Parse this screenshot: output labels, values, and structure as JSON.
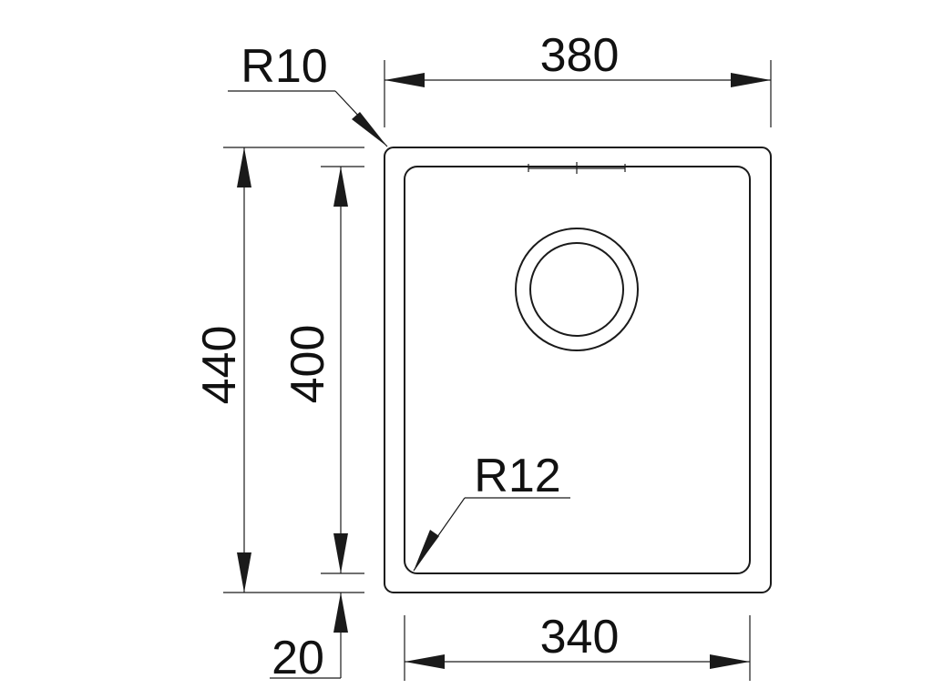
{
  "dimensions": {
    "outer_width": "380",
    "outer_height": "440",
    "inner_width": "340",
    "inner_height": "400",
    "rim_offset": "20",
    "outer_radius": "R10",
    "inner_radius": "R12"
  },
  "colors": {
    "line": "#1a1a1a",
    "background": "#ffffff"
  }
}
